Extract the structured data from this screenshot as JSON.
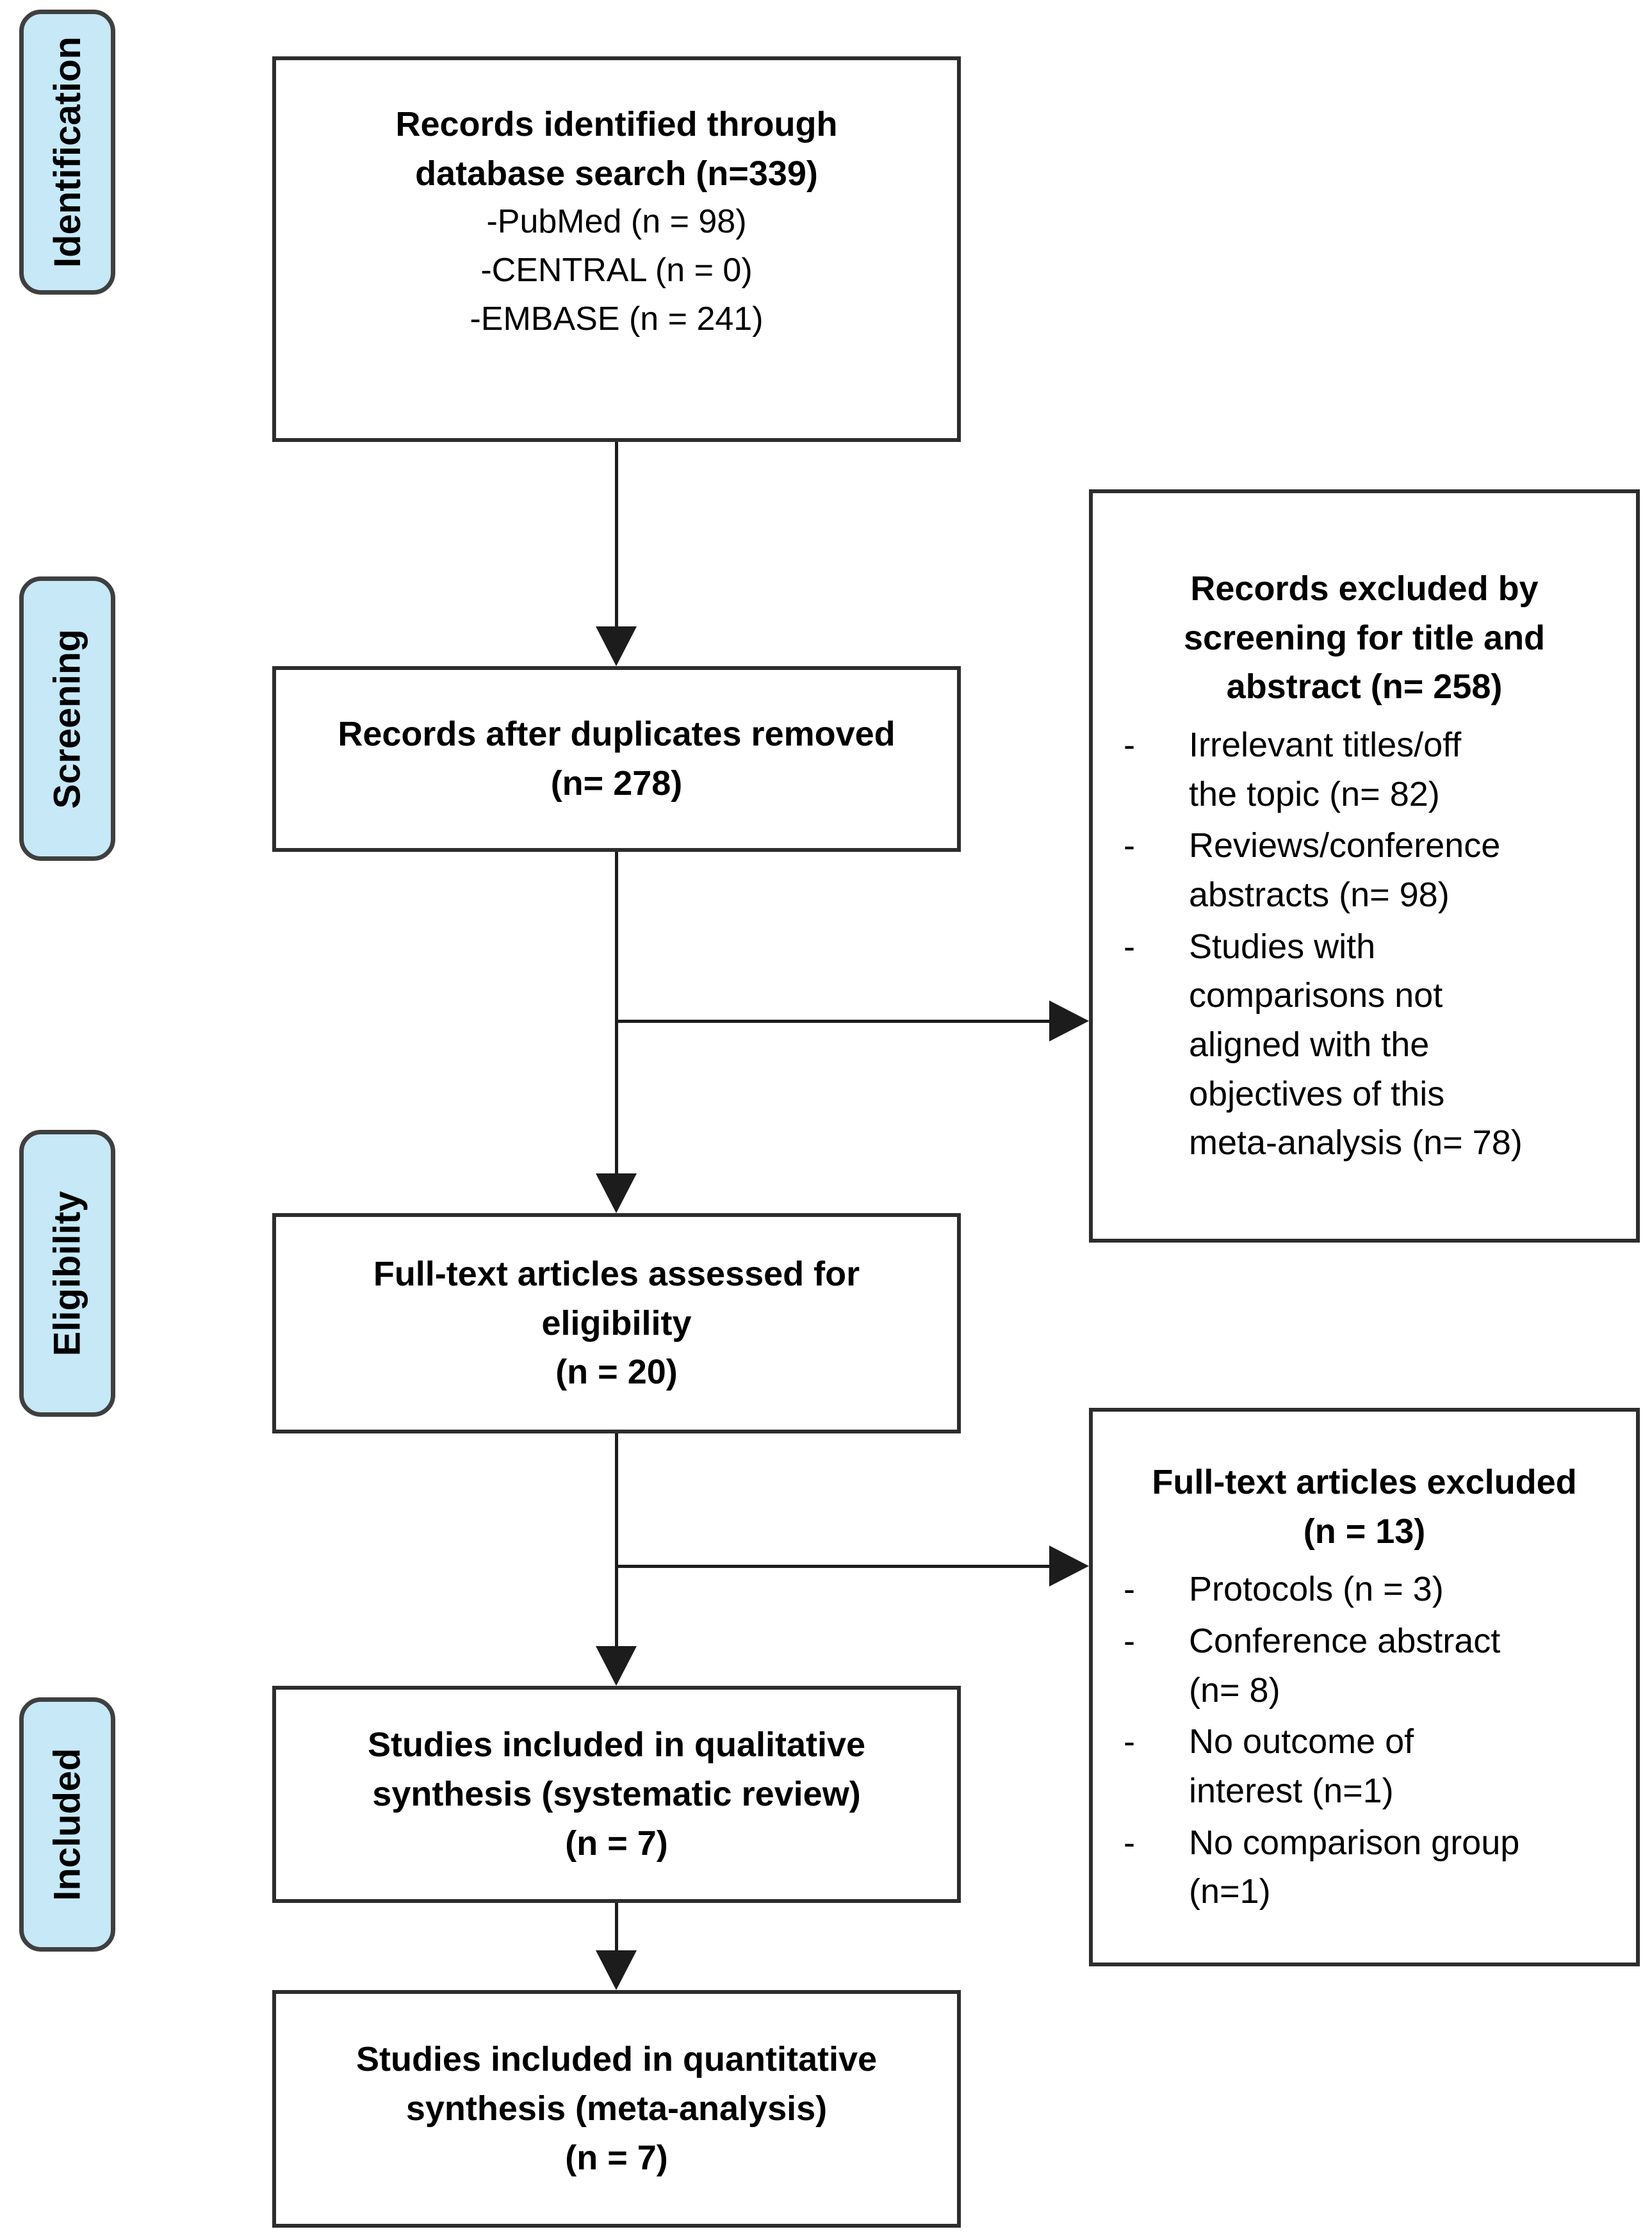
{
  "stages": [
    {
      "label": "Identification"
    },
    {
      "label": "Screening"
    },
    {
      "label": "Eligibility"
    },
    {
      "label": "Included"
    }
  ],
  "flow": {
    "identified": {
      "title": "Records identified through\ndatabase search (n=339)",
      "items": [
        "-PubMed (n = 98)",
        "-CENTRAL (n = 0)",
        "-EMBASE (n = 241)"
      ]
    },
    "duplicates_removed": {
      "title": "Records after duplicates removed\n(n= 278)"
    },
    "fulltext_assessed": {
      "title": "Full-text articles assessed for\neligibility\n(n = 20)"
    },
    "qualitative": {
      "title": "Studies included in qualitative\nsynthesis (systematic review)\n(n = 7)"
    },
    "quantitative": {
      "title": "Studies included in quantitative\nsynthesis (meta-analysis)\n(n = 7)"
    }
  },
  "exclusions": {
    "bullet": "-",
    "screening": {
      "title": "Records excluded by\nscreening for title and\nabstract (n= 258)",
      "items": [
        "Irrelevant titles/off\nthe topic (n= 82)",
        "Reviews/conference\nabstracts (n= 98)",
        "Studies with\ncomparisons not\naligned with the\nobjectives of this\nmeta-analysis (n= 78)"
      ]
    },
    "fulltext": {
      "title": "Full-text articles excluded\n(n = 13)",
      "items": [
        "Protocols (n = 3)",
        "Conference abstract\n(n= 8)",
        "No outcome of\ninterest (n=1)",
        "No comparison group\n(n=1)"
      ]
    }
  },
  "colors": {
    "stage_fill": "#c6e8f7",
    "stage_border": "#3f3f3f",
    "box_border": "#2d2d2d",
    "arrow": "#1c1c1c",
    "text": "#000000",
    "background": "#ffffff"
  }
}
